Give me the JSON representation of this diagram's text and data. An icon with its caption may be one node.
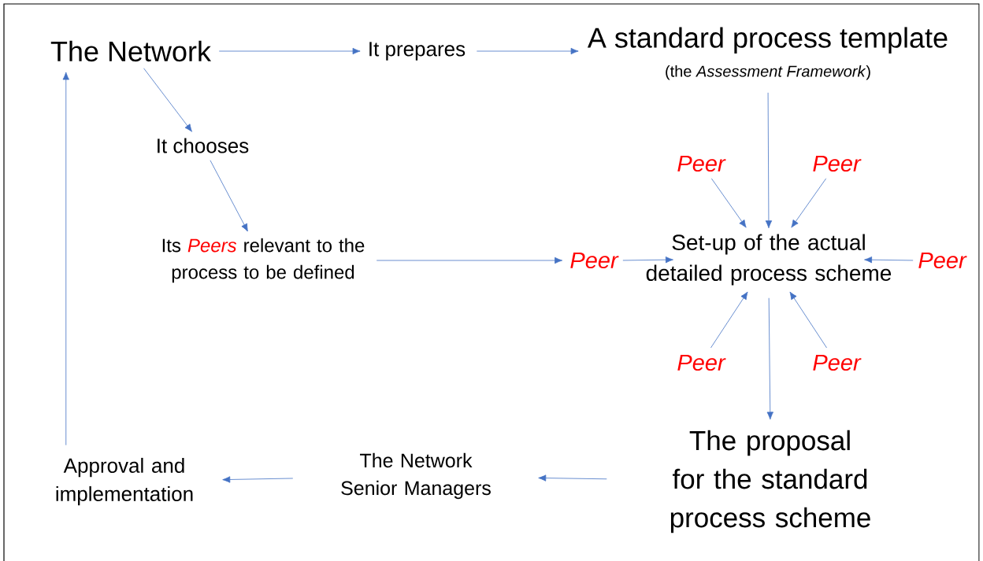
{
  "diagram": {
    "nodes": [
      {
        "text": [
          "The Network"
        ]
      },
      {
        "text": [
          "It prepares"
        ]
      },
      {
        "text": [
          "A standard process template",
          "(the *Assessment Framework*)"
        ]
      },
      {
        "text": [
          "It chooses"
        ]
      },
      {
        "text": [
          "Its *Peers* relevant to the process to be defined"
        ]
      },
      {
        "text": [
          "Peer"
        ]
      },
      {
        "text": [
          "Peer"
        ]
      },
      {
        "text": [
          "Peer"
        ]
      },
      {
        "text": [
          "Set-up of the actual detailed process scheme"
        ]
      },
      {
        "text": [
          "Peer"
        ]
      },
      {
        "text": [
          "Peer"
        ]
      },
      {
        "text": [
          "Peer"
        ]
      },
      {
        "text": [
          "The proposal for the standard process scheme"
        ]
      },
      {
        "text": [
          "The Network Senior Managers"
        ]
      },
      {
        "text": [
          "Approval and implementation"
        ]
      }
    ],
    "edges": [
      {
        "from": 0,
        "to": 1,
        "arrow": "to"
      },
      {
        "from": 1,
        "to": 2,
        "arrow": "to"
      },
      {
        "from": 0,
        "to": 3,
        "arrow": "to"
      },
      {
        "from": 3,
        "to": 4,
        "arrow": "to"
      },
      {
        "from": 4,
        "to": 7,
        "arrow": "to"
      },
      {
        "from": 7,
        "to": 8,
        "arrow": "to"
      },
      {
        "from": 2,
        "to": 8,
        "arrow": "to"
      },
      {
        "from": 5,
        "to": 8,
        "arrow": "to"
      },
      {
        "from": 6,
        "to": 8,
        "arrow": "to"
      },
      {
        "from": 9,
        "to": 8,
        "arrow": "to"
      },
      {
        "from": 10,
        "to": 8,
        "arrow": "to"
      },
      {
        "from": 11,
        "to": 8,
        "arrow": "to"
      },
      {
        "from": 8,
        "to": 12,
        "arrow": "to"
      },
      {
        "from": 12,
        "to": 13,
        "arrow": "to"
      },
      {
        "from": 13,
        "to": 14,
        "arrow": "to"
      },
      {
        "from": 14,
        "to": 0,
        "arrow": "to"
      }
    ]
  }
}
